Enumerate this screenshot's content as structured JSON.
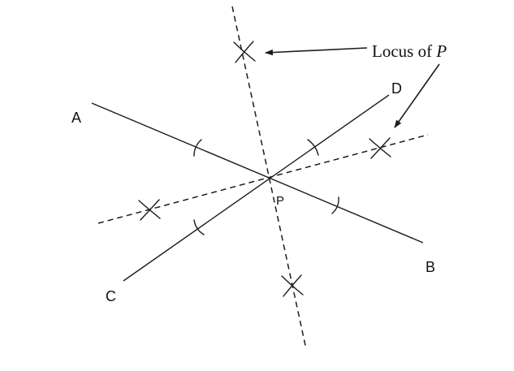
{
  "diagram": {
    "description": "Construction of angle bisectors (loci of points equidistant from two intersecting lines)",
    "point_labels": {
      "a": "A",
      "b": "B",
      "c": "C",
      "d": "D",
      "p": "P"
    },
    "annotations": {
      "locus_prefix": "Locus of ",
      "locus_point": "P"
    },
    "colors": {
      "stroke": "#1c1c1c",
      "background": "#ffffff"
    }
  }
}
